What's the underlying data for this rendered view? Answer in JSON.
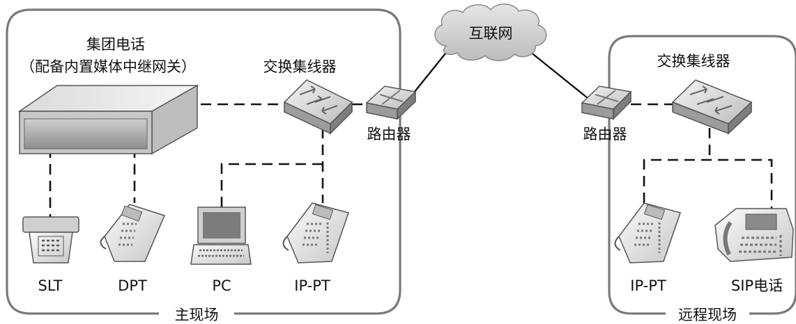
{
  "internet_label": "互联网",
  "main_site": {
    "label": "主现场",
    "pbx": {
      "line1": "集团电话",
      "line2": "（配备内置媒体中继网关）"
    },
    "switch_label": "交换集线器",
    "router_label": "路由器",
    "devices": [
      "SLT",
      "DPT",
      "PC",
      "IP-PT"
    ]
  },
  "remote_site": {
    "label": "远程现场",
    "switch_label": "交换集线器",
    "router_label": "路由器",
    "devices": [
      "IP-PT",
      "SIP电话"
    ]
  },
  "colors": {
    "frame": "#7a7a7a",
    "line": "#111111",
    "cloud": "#d9d9d9"
  }
}
